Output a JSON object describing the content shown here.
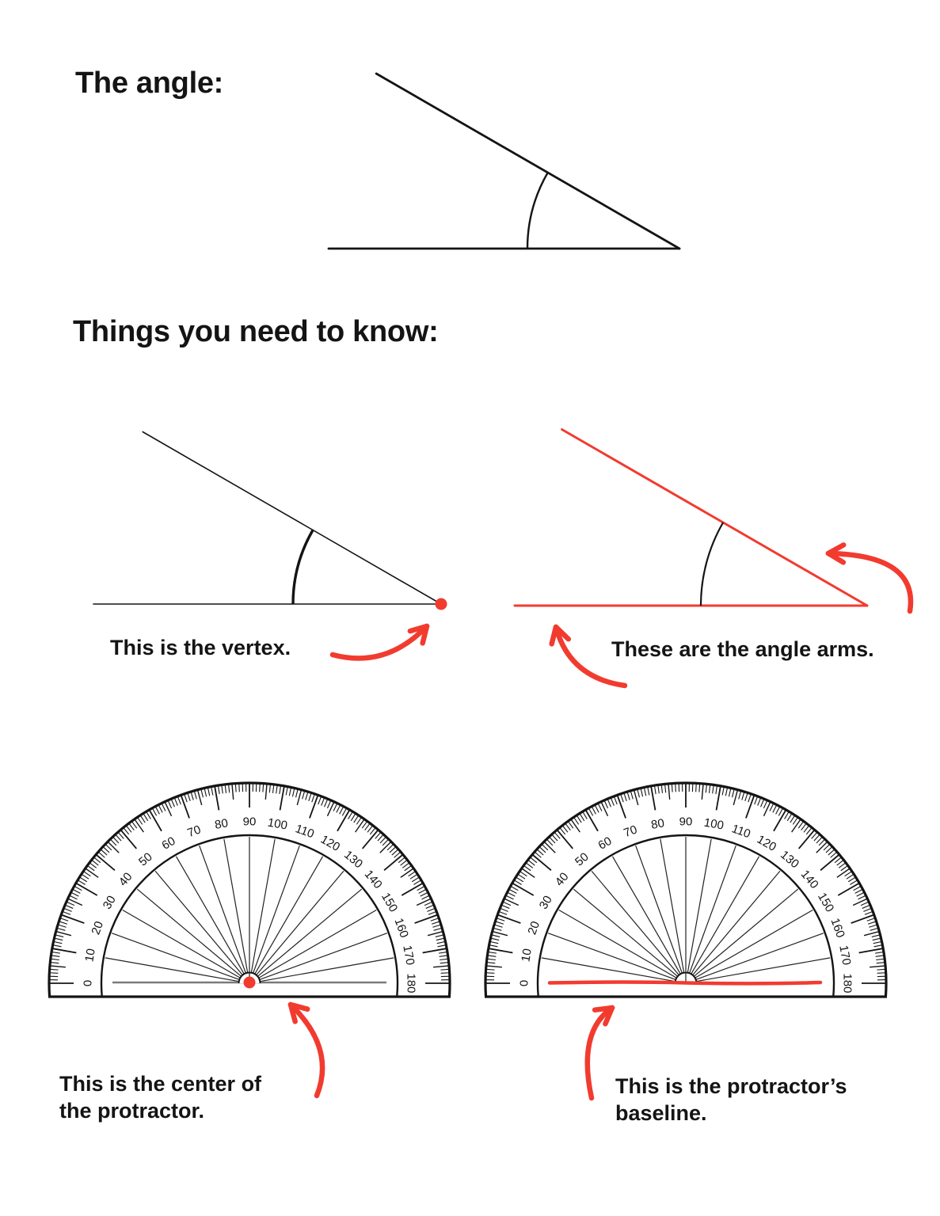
{
  "colors": {
    "accent_red": "#F23B2F",
    "ink": "#141414",
    "baseline_gray": "#7b7b7b"
  },
  "headings": {
    "the_angle": "The angle:",
    "things_to_know": "Things you need to know:"
  },
  "captions": {
    "vertex": "This is the vertex.",
    "angle_arms": "These are the angle arms.",
    "protractor_center": [
      "This is the center of",
      "the protractor."
    ],
    "protractor_baseline": [
      "This is the protractor’s",
      "baseline."
    ]
  },
  "angle": {
    "degrees": 30
  },
  "protractor": {
    "degree_labels": [
      0,
      10,
      20,
      30,
      40,
      50,
      60,
      70,
      80,
      90,
      100,
      110,
      120,
      130,
      140,
      150,
      160,
      170,
      180
    ],
    "minor_tick_step": 1,
    "mid_tick_step": 5,
    "major_tick_step": 10
  }
}
